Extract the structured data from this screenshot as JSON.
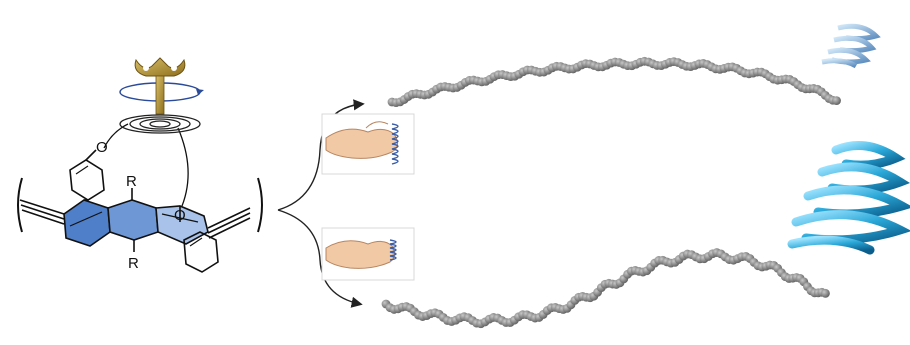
{
  "molecule": {
    "substituent_top": "R",
    "substituent_bottom": "R",
    "oxygen_left": "O",
    "oxygen_right": "O"
  },
  "icons": {
    "wind_up_key": "wind-up-key-icon",
    "pinch_spring": "hand-pinching-spring-icon",
    "helix_small": "small-helix-icon",
    "helix_large": "large-helix-icon"
  },
  "colors": {
    "aromatic_fill": "#4f7fc8",
    "bond": "#111111",
    "chain": "#8a8a8a",
    "helix": "#2aa8d8",
    "key": "#b8962e"
  }
}
